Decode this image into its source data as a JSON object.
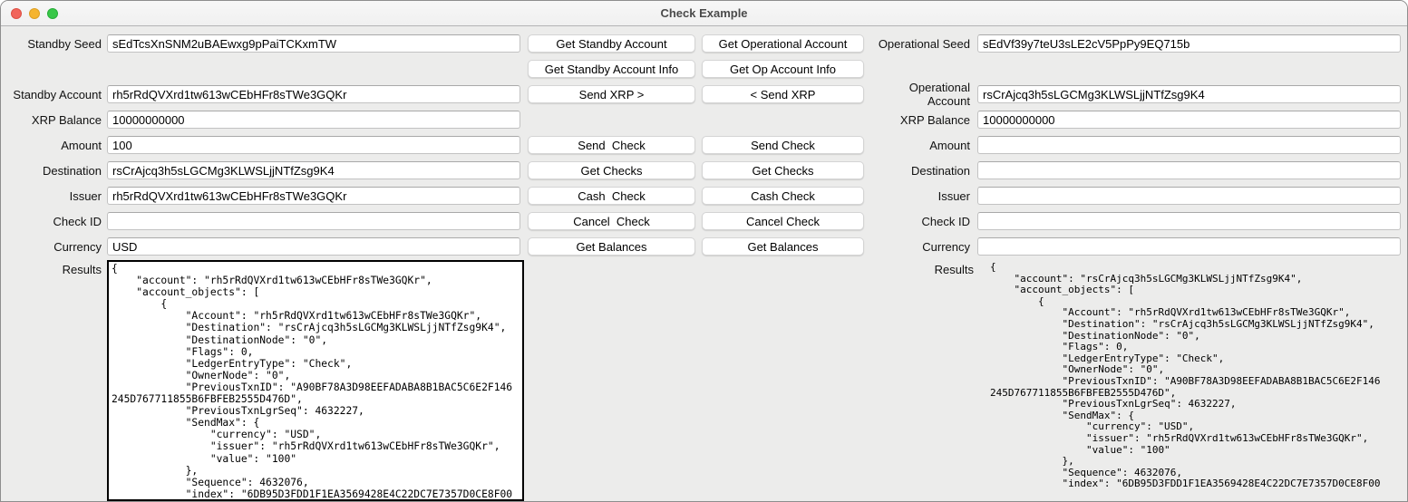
{
  "window": {
    "title": "Check Example"
  },
  "traffic_lights": {
    "close": "#f1655b",
    "minimize": "#f5b42f",
    "zoom": "#38c748"
  },
  "standby": {
    "seed_label": "Standby Seed",
    "seed": "sEdTcsXnSNM2uBAEwxg9pPaiTCKxmTW",
    "account_label": "Standby Account",
    "account": "rh5rRdQVXrd1tw613wCEbHFr8sTWe3GQKr",
    "balance_label": "XRP Balance",
    "balance": "10000000000",
    "amount_label": "Amount",
    "amount": "100",
    "destination_label": "Destination",
    "destination": "rsCrAjcq3h5sLGCMg3KLWSLjjNTfZsg9K4",
    "issuer_label": "Issuer",
    "issuer": "rh5rRdQVXrd1tw613wCEbHFr8sTWe3GQKr",
    "check_id_label": "Check ID",
    "check_id": "",
    "currency_label": "Currency",
    "currency": "USD",
    "results_label": "Results",
    "results": "{\n    \"account\": \"rh5rRdQVXrd1tw613wCEbHFr8sTWe3GQKr\",\n    \"account_objects\": [\n        {\n            \"Account\": \"rh5rRdQVXrd1tw613wCEbHFr8sTWe3GQKr\",\n            \"Destination\": \"rsCrAjcq3h5sLGCMg3KLWSLjjNTfZsg9K4\",\n            \"DestinationNode\": \"0\",\n            \"Flags\": 0,\n            \"LedgerEntryType\": \"Check\",\n            \"OwnerNode\": \"0\",\n            \"PreviousTxnID\": \"A90BF78A3D98EEFADABA8B1BAC5C6E2F146\n245D767711855B6FBFEB2555D476D\",\n            \"PreviousTxnLgrSeq\": 4632227,\n            \"SendMax\": {\n                \"currency\": \"USD\",\n                \"issuer\": \"rh5rRdQVXrd1tw613wCEbHFr8sTWe3GQKr\",\n                \"value\": \"100\"\n            },\n            \"Sequence\": 4632076,\n            \"index\": \"6DB95D3FDD1F1EA3569428E4C22DC7E7357D0CE8F00"
  },
  "operational": {
    "seed_label": "Operational Seed",
    "seed": "sEdVf39y7teU3sLE2cV5PpPy9EQ715b",
    "account_label": "Operational Account",
    "account": "rsCrAjcq3h5sLGCMg3KLWSLjjNTfZsg9K4",
    "balance_label": "XRP Balance",
    "balance": "10000000000",
    "amount_label": "Amount",
    "amount": "",
    "destination_label": "Destination",
    "destination": "",
    "issuer_label": "Issuer",
    "issuer": "",
    "check_id_label": "Check ID",
    "check_id": "",
    "currency_label": "Currency",
    "currency": "",
    "results_label": "Results",
    "results": "{\n    \"account\": \"rsCrAjcq3h5sLGCMg3KLWSLjjNTfZsg9K4\",\n    \"account_objects\": [\n        {\n            \"Account\": \"rh5rRdQVXrd1tw613wCEbHFr8sTWe3GQKr\",\n            \"Destination\": \"rsCrAjcq3h5sLGCMg3KLWSLjjNTfZsg9K4\",\n            \"DestinationNode\": \"0\",\n            \"Flags\": 0,\n            \"LedgerEntryType\": \"Check\",\n            \"OwnerNode\": \"0\",\n            \"PreviousTxnID\": \"A90BF78A3D98EEFADABA8B1BAC5C6E2F146\n245D767711855B6FBFEB2555D476D\",\n            \"PreviousTxnLgrSeq\": 4632227,\n            \"SendMax\": {\n                \"currency\": \"USD\",\n                \"issuer\": \"rh5rRdQVXrd1tw613wCEbHFr8sTWe3GQKr\",\n                \"value\": \"100\"\n            },\n            \"Sequence\": 4632076,\n            \"index\": \"6DB95D3FDD1F1EA3569428E4C22DC7E7357D0CE8F00"
  },
  "buttons": {
    "get_standby_account": "Get Standby Account",
    "get_operational_account": "Get Operational Account",
    "get_standby_account_info": "Get Standby Account Info",
    "get_op_account_info": "Get Op Account Info",
    "send_xrp_to_op": "Send XRP >",
    "send_xrp_to_standby": "< Send XRP",
    "standby_send_check": "Send  Check",
    "op_send_check": "Send Check",
    "standby_get_checks": "Get Checks",
    "op_get_checks": "Get Checks",
    "standby_cash_check": "Cash  Check",
    "op_cash_check": "Cash Check",
    "standby_cancel_check": "Cancel  Check",
    "op_cancel_check": "Cancel Check",
    "standby_get_balances": "Get Balances",
    "op_get_balances": "Get Balances"
  }
}
